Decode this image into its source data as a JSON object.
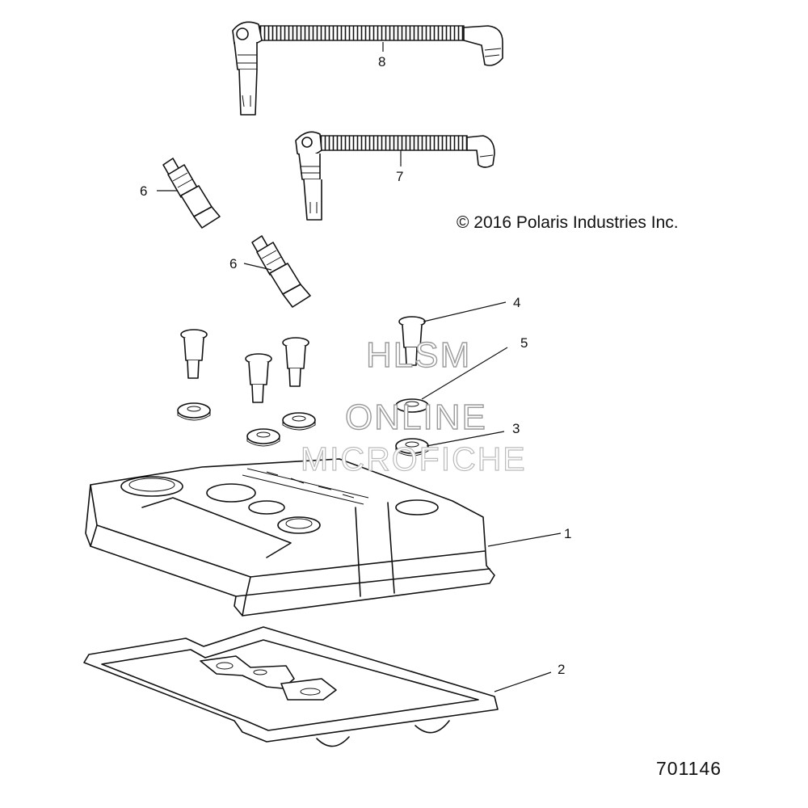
{
  "diagram": {
    "copyright": "© 2016 Polaris Industries Inc.",
    "figure_number": "701146",
    "watermark": [
      "HLSM",
      "ONLINE",
      "MICROFICHE"
    ],
    "callouts": {
      "c1": "1",
      "c2": "2",
      "c3": "3",
      "c4": "4",
      "c5": "5",
      "c6a": "6",
      "c6b": "6",
      "c7": "7",
      "c8": "8"
    }
  }
}
